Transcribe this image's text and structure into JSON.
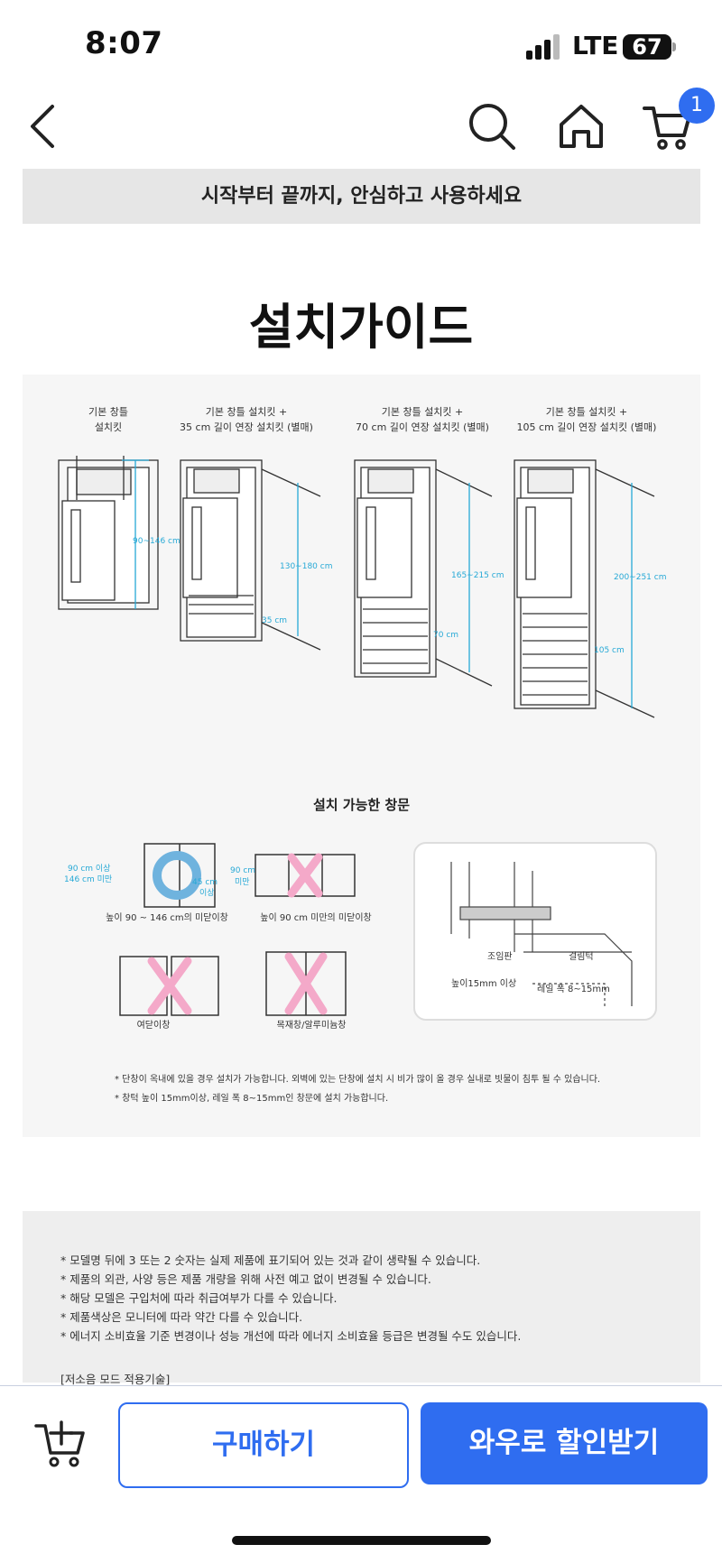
{
  "status_bar": {
    "time": "8:07",
    "network": "LTE",
    "battery": "67"
  },
  "nav": {
    "cart_count": "1"
  },
  "banner": {
    "text": "시작부터 끝까지, 안심하고 사용하세요"
  },
  "guide": {
    "title": "설치가이드",
    "kits": [
      {
        "line1": "기본 창틀",
        "line2": "설치킷",
        "range": "90~146 cm",
        "ext": ""
      },
      {
        "line1": "기본 창틀 설치킷 +",
        "line2": "35 cm 길이 연장 설치킷 (별매)",
        "range": "130~180 cm",
        "ext": "35 cm"
      },
      {
        "line1": "기본 창틀 설치킷 +",
        "line2": "70 cm 길이 연장 설치킷 (별매)",
        "range": "165~215 cm",
        "ext": "70 cm"
      },
      {
        "line1": "기본 창틀 설치킷 +",
        "line2": "105 cm 길이 연장 설치킷 (별매)",
        "range": "200~251 cm",
        "ext": "105 cm"
      }
    ],
    "windows_title": "설치 가능한 창문",
    "window_types": [
      {
        "label": "높이 90 ~ 146 cm의 미닫이창",
        "ok": true
      },
      {
        "label": "높이 90 cm 미만의 미닫이창",
        "ok": false
      },
      {
        "label": "여닫이창",
        "ok": false
      },
      {
        "label": "목재창/알루미늄창",
        "ok": false
      }
    ],
    "dims": {
      "a": "90 cm 이상",
      "b": "146 cm 미만",
      "c": "45 cm",
      "d": "이상",
      "e": "90 cm",
      "f": "미만"
    },
    "detail": {
      "cap1": "조임판",
      "cap2": "걸림턱",
      "cap3": "높이15mm 이상",
      "cap4": "레일 폭 8~15mm"
    },
    "footnotes": [
      "* 단창이 옥내에 있을 경우 설치가 가능합니다. 외벽에 있는 단창에 설치 시 비가 많이 올 경우 실내로 빗물이 침투 될 수 있습니다.",
      "* 창턱 높이 15mm이상, 레일 폭 8~15mm인 창문에 설치 가능합니다."
    ]
  },
  "notes": [
    "* 모델명 뒤에 3 또는 2 숫자는 실제 제품에 표기되어 있는 것과 같이 생략될 수 있습니다.",
    "* 제품의 외관, 사양 등은 제품 개량을 위해 사전 예고 없이 변경될 수 있습니다.",
    "* 해당 모델은 구입처에 따라 취급여부가 다를 수 있습니다.",
    "* 제품색상은 모니터에 따라 약간 다를 수 있습니다.",
    "* 에너지 소비효율 기준 변경이나 성능 개선에 따라 에너지 소비효율 등급은 변경될 수도 있습니다."
  ],
  "notes_tail": "[저소음 모드 적용기술]",
  "bottom_bar": {
    "buy": "구매하기",
    "wow": "와우로 할인받기"
  },
  "colors": {
    "accent": "#2f6df0",
    "dimension": "#27a9d6",
    "ok": "#6fb3de",
    "no": "#f4a9c9"
  }
}
